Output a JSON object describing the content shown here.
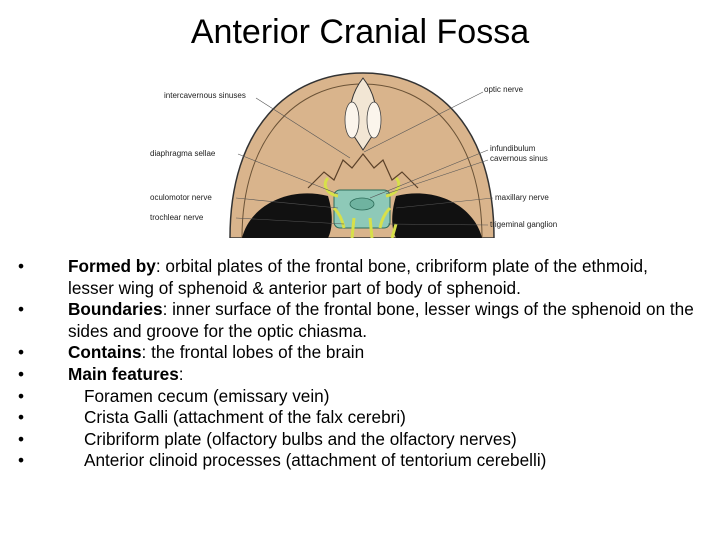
{
  "slide": {
    "title": "Anterior Cranial Fossa"
  },
  "figure": {
    "labels": {
      "intercavernous_sinuses": "intercavernous sinuses",
      "optic_nerve": "optic nerve",
      "infundibulum": "infundibulum",
      "cavernous_sinus": "cavernous sinus",
      "diaphragma_sellae": "diaphragma sellae",
      "oculomotor_nerve": "oculomotor nerve",
      "maxillary_nerve": "maxillary nerve",
      "trochlear_nerve": "trochlear nerve",
      "trigeminal_ganglion": "trigeminal ganglion"
    },
    "colors": {
      "bone": "#d9b48c",
      "dark": "#111111",
      "ganglion": "#8ec9b8",
      "nerve": "#d7e04a"
    }
  },
  "bullets": [
    {
      "term": "Formed by",
      "text": ": orbital plates of the frontal bone, cribriform plate of the ethmoid, lesser wing of sphenoid & anterior part of body of sphenoid."
    },
    {
      "term": "Boundaries",
      "text": ": inner surface of the frontal bone, lesser wings of the sphenoid on the sides and groove for the optic chiasma."
    },
    {
      "term": "Contains",
      "text": ": the frontal lobes of the brain"
    },
    {
      "term": "Main features",
      "text": ":"
    }
  ],
  "sub_bullets": [
    "Foramen cecum (emissary vein)",
    "Crista Galli (attachment of the falx cerebri)",
    "Cribriform plate (olfactory bulbs and the olfactory nerves)",
    "Anterior clinoid processes (attachment of tentorium cerebelli)"
  ],
  "bullet_glyph": "•"
}
